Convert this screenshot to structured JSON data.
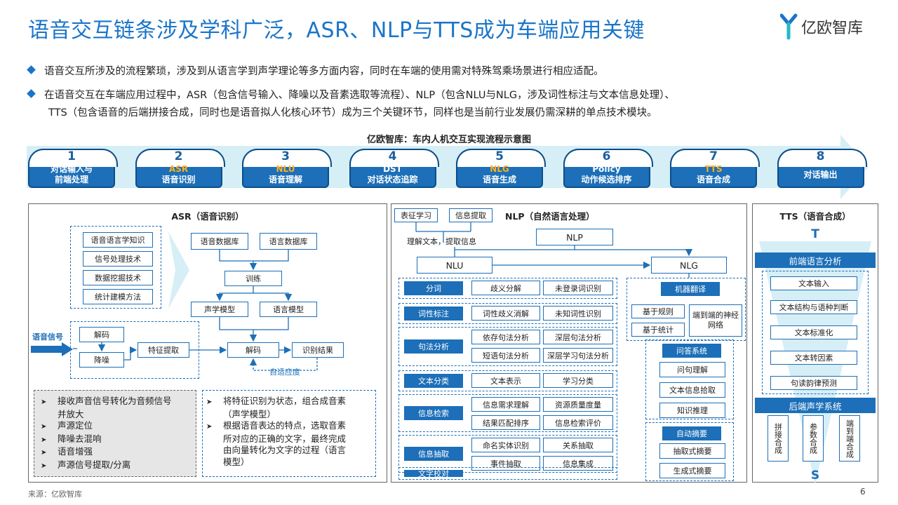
{
  "header": {
    "title": "语音交互链条涉及学科广泛，ASR、NLP与TTS成为车端应用关键",
    "logo_text": "亿欧智库"
  },
  "bullets": [
    {
      "line1": "语音交互所涉及的流程繁琐，涉及到从语言学到声学理论等多方面内容，同时在车端的使用需对特殊驾乘场景进行相应适配。"
    },
    {
      "line1": "在语音交互在车端应用过程中，ASR（包含信号输入、降噪以及音素选取等流程）、NLP（包含NLU与NLG，涉及词性标注与文本信息处理）、",
      "line2": "TTS（包含语音的后端拼接合成，同时也是语音拟人化核心环节）成为三个关键环节，同样也是当前行业发展仍需深耕的单点技术模块。"
    }
  ],
  "diagram_title": "亿欧智库：车内人机交互实现流程示意图",
  "steps": [
    {
      "num": "1",
      "l1": "对话输入与",
      "l2": "前端处理"
    },
    {
      "num": "2",
      "l1": "ASR",
      "l2": "语音识别"
    },
    {
      "num": "3",
      "l1": "NLU",
      "l2": "语音理解"
    },
    {
      "num": "4",
      "l1": "DST",
      "l2": "对话状态追踪"
    },
    {
      "num": "5",
      "l1": "NLG",
      "l2": "语音生成"
    },
    {
      "num": "6",
      "l1": "Policy",
      "l2": "动作候选排序"
    },
    {
      "num": "7",
      "l1": "TTS",
      "l2": "语音合成"
    },
    {
      "num": "8",
      "l1": "对话输出",
      "l2": ""
    }
  ],
  "asr": {
    "title": "ASR（语音识别）",
    "knowledge": [
      "语音语言学知识",
      "信号处理技术",
      "数据挖掘技术",
      "统计建模方法"
    ],
    "db1": "语音数据库",
    "db2": "语言数据库",
    "train": "训练",
    "acoustic": "声学模型",
    "language": "语言模型",
    "input": "语音信号",
    "decode1": "解码",
    "denoise": "降噪",
    "feature": "特征提取",
    "decode2": "解码",
    "result": "识别结果",
    "adaptive": "自适应度",
    "left_list": [
      "接收声音信号转化为音频信号",
      "并放大",
      "声源定位",
      "降噪去混响",
      "语音增强",
      "声源信号提取/分离"
    ],
    "right_list": [
      "将特征识别为状态，组合成音素",
      "（声学模型）",
      "根据语音表达的特点，选取音素",
      "所对应的正确的文字，最终完成",
      "由向量转化为文字的过程（语言",
      "模型）"
    ]
  },
  "nlp": {
    "title": "NLP（自然语言处理）",
    "tag1": "表征学习",
    "tag2": "信息提取",
    "understand": "理解文本，提取信息",
    "nlp": "NLP",
    "nlu": "NLU",
    "nlg": "NLG",
    "rows": [
      {
        "head": "分词",
        "items": [
          "歧义分解",
          "未登录词识别"
        ]
      },
      {
        "head": "词性标注",
        "items": [
          "词性歧义消解",
          "未知词性识别"
        ]
      },
      {
        "head": "句法分析",
        "items": [
          "依存句法分析",
          "深层句法分析",
          "短语句法分析",
          "深层学习句法分析"
        ]
      },
      {
        "head": "文本分类",
        "items": [
          "文本表示",
          "学习分类"
        ]
      },
      {
        "head": "信息检索",
        "items": [
          "信息需求理解",
          "资源质量度量",
          "结果匹配排序",
          "信息检索评价"
        ]
      },
      {
        "head": "信息抽取",
        "items": [
          "命名实体识别",
          "关系抽取",
          "事件抽取",
          "信息集成"
        ]
      },
      {
        "head": "文字校对",
        "items": []
      }
    ],
    "mt": "机器翻译",
    "rule": "基于规则",
    "stat": "基于统计",
    "e2e": "端到端的神经网络",
    "qa": "问答系统",
    "qa_items": [
      "问句理解",
      "文本信息拾取",
      "知识推理"
    ],
    "summary": "自动摘要",
    "summary_items": [
      "抽取式摘要",
      "生成式摘要"
    ]
  },
  "tts": {
    "title": "TTS（语音合成）",
    "t": "T",
    "front": "前端语言分析",
    "front_items": [
      "文本输入",
      "文本结构与语种判断",
      "文本标准化",
      "文本转因素",
      "句读韵律预测"
    ],
    "back": "后端声学系统",
    "back_items": [
      "拼接合成",
      "参数合成",
      "端到端合成"
    ],
    "s": "S"
  },
  "footer": {
    "source": "来源：亿欧智库",
    "page": "6"
  },
  "colors": {
    "primary": "#1c6fb8",
    "title": "#1a75c9",
    "highlight": "#ffb020"
  }
}
